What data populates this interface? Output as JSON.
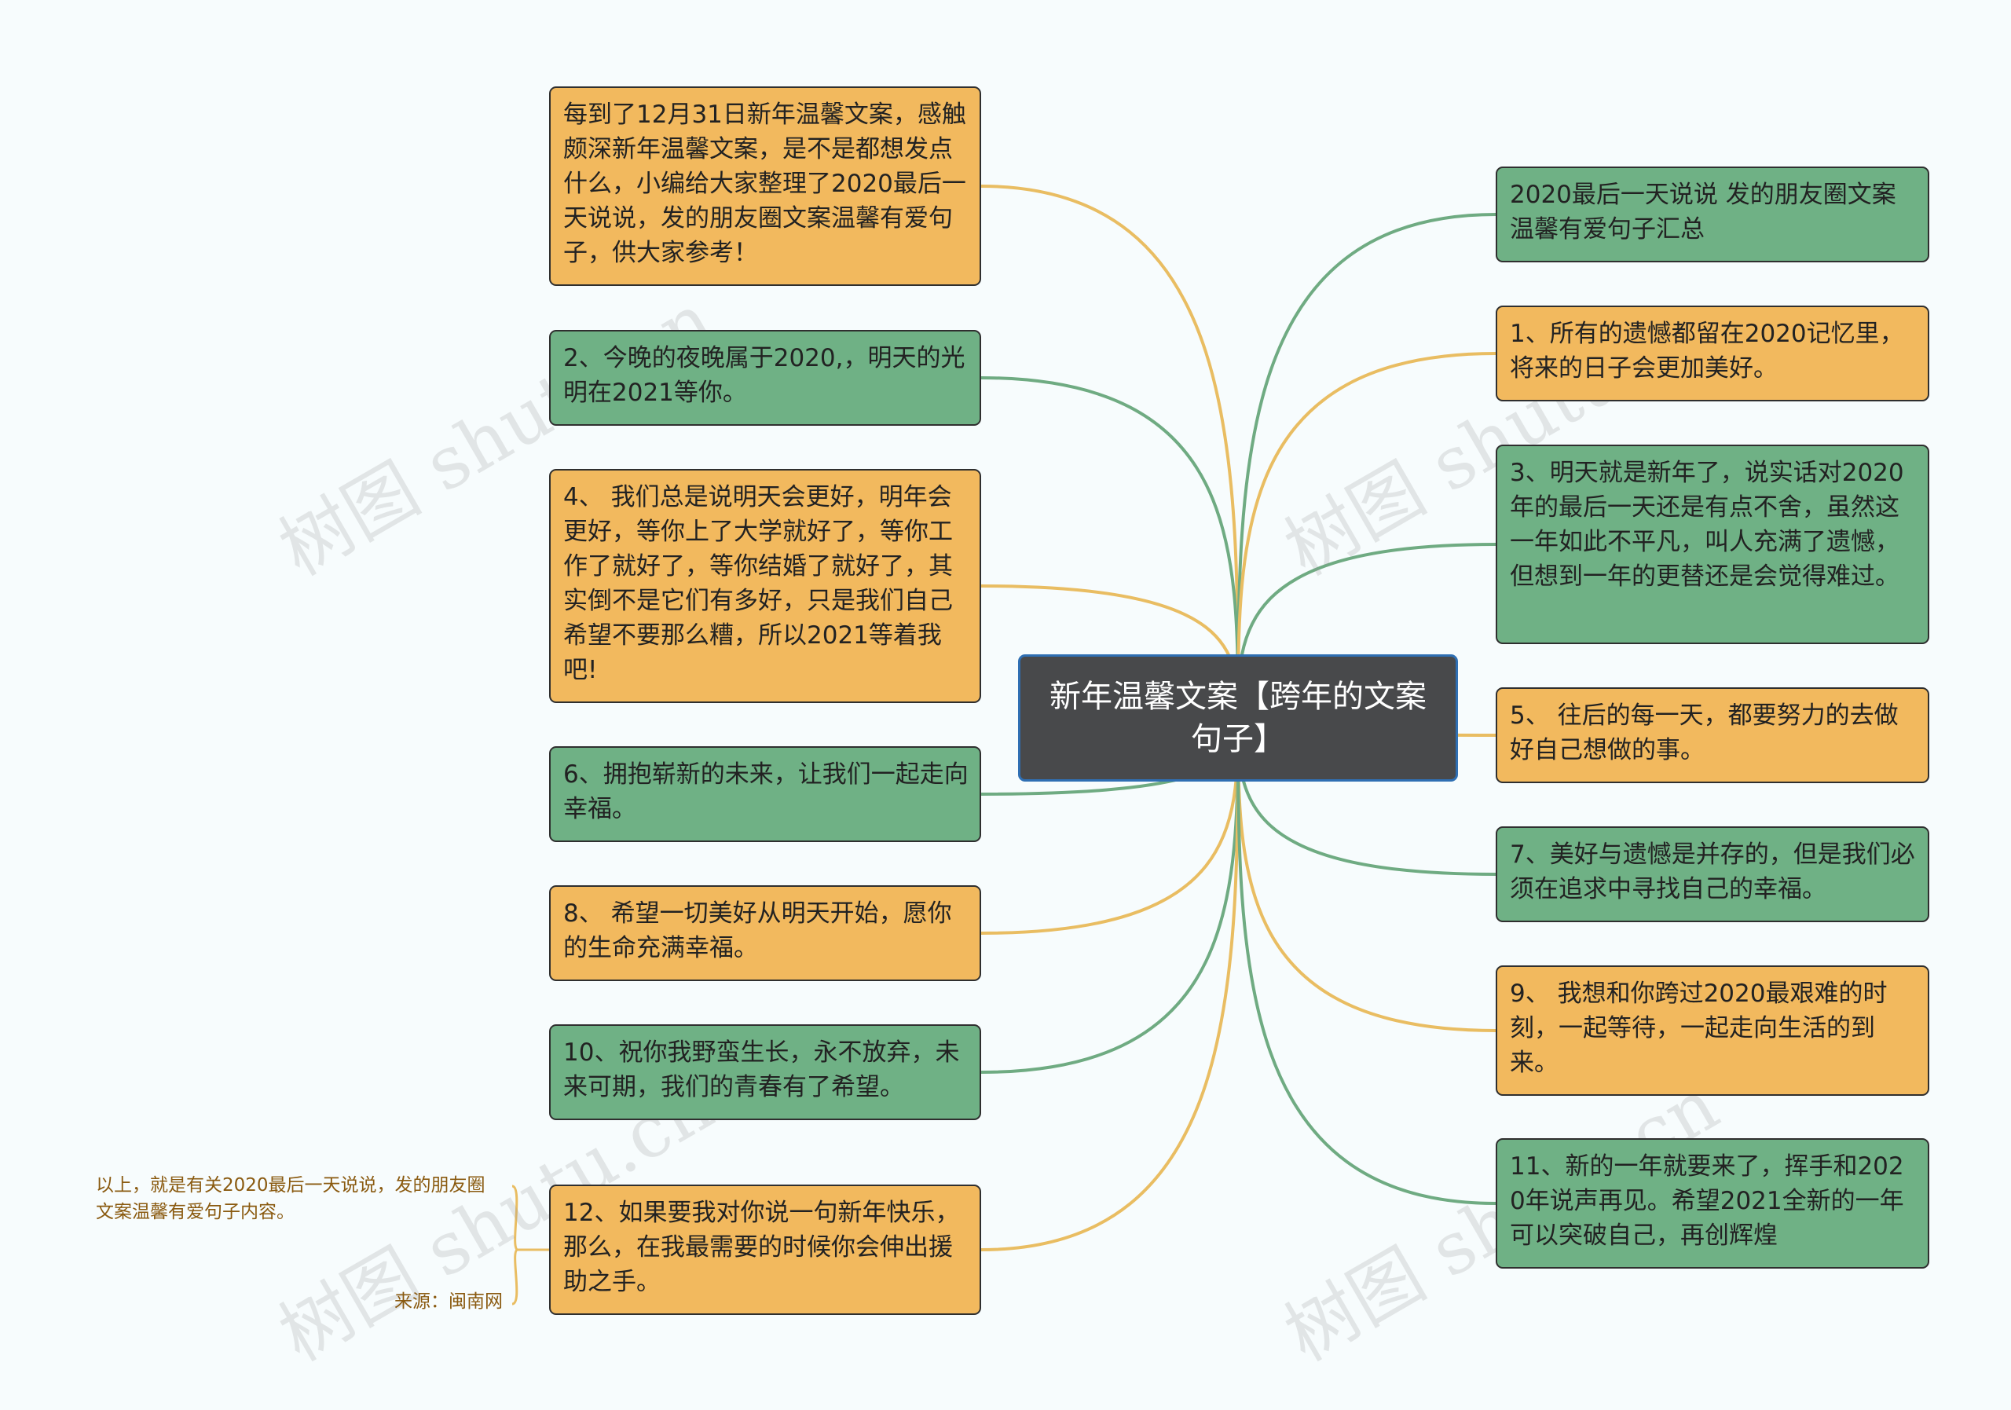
{
  "center": {
    "label": "新年温馨文案【跨年的文案句子】"
  },
  "left_nodes": [
    {
      "id": "l0",
      "color": "orange",
      "text": "每到了12月31日新年温馨文案，感触颇深新年温馨文案，是不是都想发点什么，小编给大家整理了2020最后一天说说，发的朋友圈文案温馨有爱句子，供大家参考！"
    },
    {
      "id": "l1",
      "color": "green",
      "text": "2、今晚的夜晚属于2020,，明天的光明在2021等你。"
    },
    {
      "id": "l2",
      "color": "orange",
      "text": "4、 我们总是说明天会更好，明年会更好，等你上了大学就好了，等你工作了就好了，等你结婚了就好了，其实倒不是它们有多好，只是我们自己希望不要那么糟，所以2021等着我吧!"
    },
    {
      "id": "l3",
      "color": "green",
      "text": "6、拥抱崭新的未来，让我们一起走向幸福。"
    },
    {
      "id": "l4",
      "color": "orange",
      "text": "8、 希望一切美好从明天开始，愿你的生命充满幸福。"
    },
    {
      "id": "l5",
      "color": "green",
      "text": "10、祝你我野蛮生长，永不放弃，未来可期，我们的青春有了希望。"
    },
    {
      "id": "l6",
      "color": "orange",
      "text": "12、如果要我对你说一句新年快乐，那么，在我最需要的时候你会伸出援助之手。"
    }
  ],
  "right_nodes": [
    {
      "id": "r0",
      "color": "green",
      "text": "2020最后一天说说 发的朋友圈文案温馨有爱句子汇总"
    },
    {
      "id": "r1",
      "color": "orange",
      "text": "1、所有的遗憾都留在2020记忆里，将来的日子会更加美好。"
    },
    {
      "id": "r2",
      "color": "green",
      "text": "3、明天就是新年了，说实话对2020年的最后一天还是有点不舍，虽然这一年如此不平凡，叫人充满了遗憾，但想到一年的更替还是会觉得难过。"
    },
    {
      "id": "r3",
      "color": "orange",
      "text": "5、 往后的每一天，都要努力的去做好自己想做的事。"
    },
    {
      "id": "r4",
      "color": "green",
      "text": "7、美好与遗憾是并存的，但是我们必须在追求中寻找自己的幸福。"
    },
    {
      "id": "r5",
      "color": "orange",
      "text": "9、 我想和你跨过2020最艰难的时刻，一起等待，一起走向生活的到来。"
    },
    {
      "id": "r6",
      "color": "green",
      "text": "11、新的一年就要来了，挥手和2020年说声再见。希望2021全新的一年可以突破自己，再创辉煌"
    }
  ],
  "notes": [
    {
      "id": "n0",
      "text": "以上，就是有关2020最后一天说说，发的朋友圈文案温馨有爱句子内容。"
    },
    {
      "id": "n1",
      "text": "来源：闽南网"
    }
  ],
  "watermark_text": "树图 shutu.cn",
  "colors": {
    "orange_fill": "#f2b95e",
    "green_fill": "#6fb185",
    "orange_line": "#e9bd62",
    "green_line": "#6fab82",
    "center_fill": "#48494b",
    "center_border": "#2f6fb3",
    "note_text": "#8a5a10"
  }
}
